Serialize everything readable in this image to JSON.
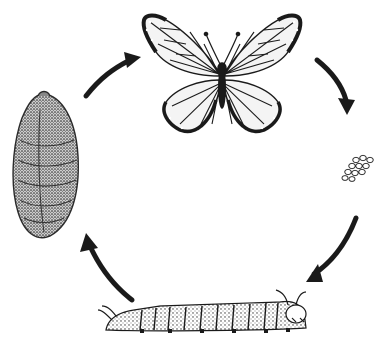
{
  "diagram": {
    "kind": "life-cycle",
    "direction": "clockwise",
    "stages": [
      {
        "name": "butterfly-adult",
        "icon": "butterfly-icon"
      },
      {
        "name": "eggs",
        "icon": "eggs-icon"
      },
      {
        "name": "caterpillar-larva",
        "icon": "caterpillar-icon"
      },
      {
        "name": "chrysalis-pupa",
        "icon": "chrysalis-icon"
      }
    ],
    "arrow_count": 4,
    "colors": {
      "background": "#ffffff",
      "ink": "#1a1a1a",
      "stipple": "#555555"
    }
  }
}
